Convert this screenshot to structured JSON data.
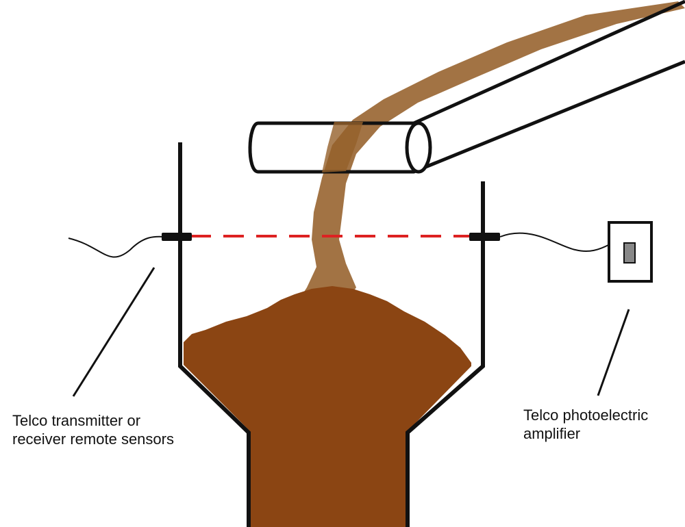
{
  "labels": {
    "sensors_line1": "Telco transmitter or",
    "sensors_line2": "receiver remote sensors",
    "amplifier_line1": "Telco photoelectric",
    "amplifier_line2": "amplifier"
  },
  "colors": {
    "material": "#8b4513",
    "material_stream": "#95602a",
    "beam": "#dd2222",
    "outline": "#111111",
    "indicator": "#888888"
  }
}
